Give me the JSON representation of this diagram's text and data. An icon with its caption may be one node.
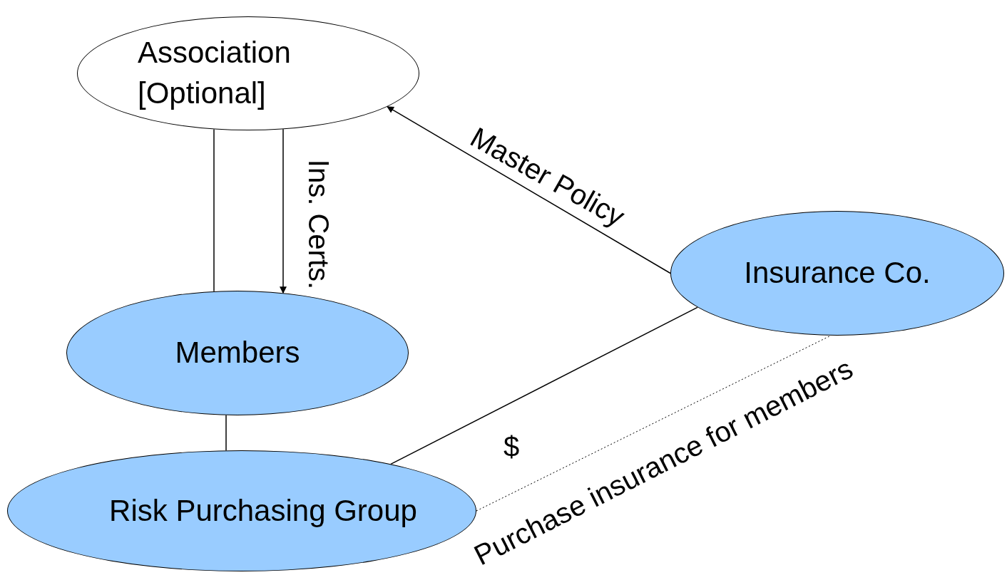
{
  "diagram": {
    "nodes": [
      {
        "text": [
          "Association [Optional]"
        ]
      },
      {
        "text": [
          "Members"
        ]
      },
      {
        "text": [
          "Risk Purchasing Group"
        ]
      },
      {
        "text": [
          "Insurance Co."
        ]
      }
    ],
    "edges": [
      {
        "from": 0,
        "to": 1,
        "arrow": "none"
      },
      {
        "from": 0,
        "to": 1,
        "arrow": "to",
        "label": "Ins. Certs."
      },
      {
        "from": 3,
        "to": 0,
        "arrow": "to",
        "label": "Master Policy"
      },
      {
        "from": 1,
        "to": 2,
        "arrow": "none"
      },
      {
        "from": 2,
        "to": 3,
        "arrow": "none",
        "label": "$"
      },
      {
        "from": 2,
        "to": 3,
        "arrow": "none",
        "style": "dashed",
        "label": "Purchase insurance for members"
      }
    ]
  }
}
